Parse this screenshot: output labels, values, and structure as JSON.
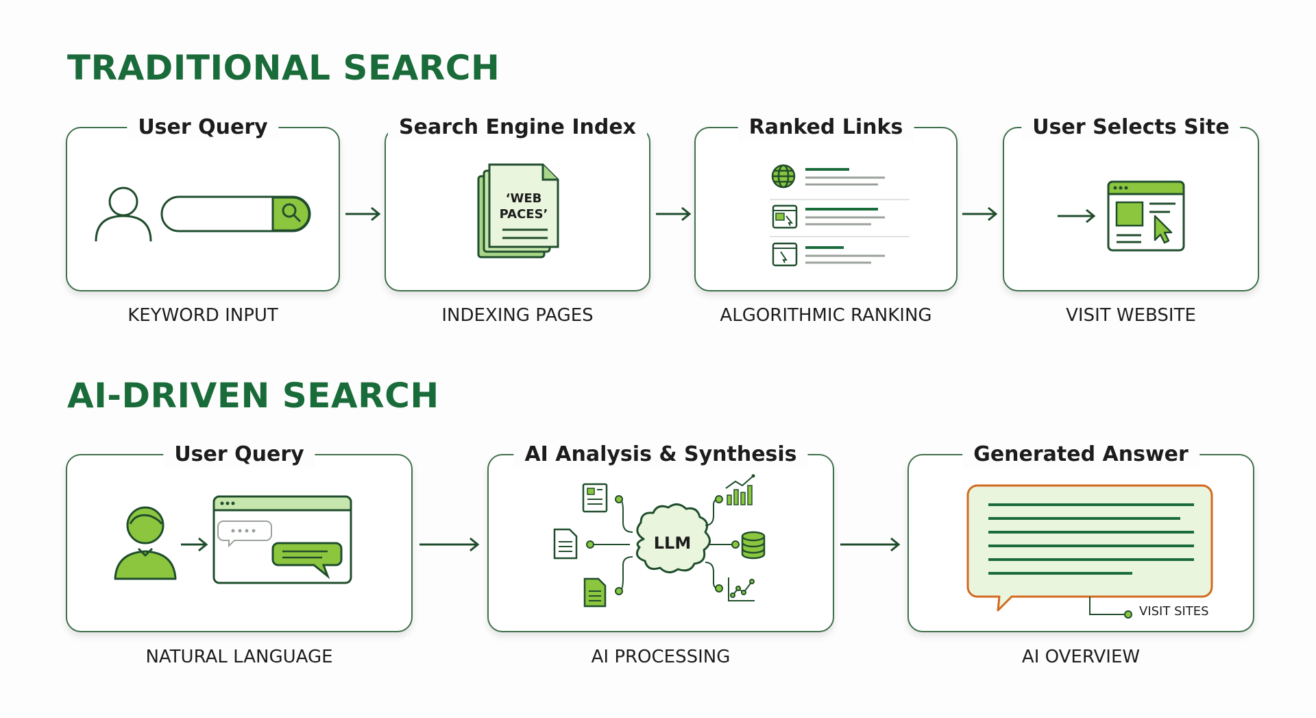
{
  "colors": {
    "brand_green": "#1a6b3a",
    "accent_green": "#8cc63f",
    "light_green": "#dcefc8",
    "outline": "#3f6f4a",
    "answer_border": "#d2691e"
  },
  "traditional": {
    "title": "TRADITIONAL SEARCH",
    "steps": [
      {
        "title": "User Query",
        "caption": "KEYWORD INPUT",
        "icons": [
          "user-icon",
          "search-bar-icon",
          "magnifier-icon"
        ]
      },
      {
        "title": "Search Engine Index",
        "caption": "INDEXING PAGES",
        "doc_label": "'WEB PACES'",
        "icons": [
          "document-stack-icon"
        ]
      },
      {
        "title": "Ranked Links",
        "caption": "ALGORITHMIC RANKING",
        "icons": [
          "globe-icon",
          "browser-thumbnail-icon",
          "cursor-icon"
        ]
      },
      {
        "title": "User Selects Site",
        "caption": "VISIT WEBSITE",
        "icons": [
          "browser-window-icon",
          "cursor-icon"
        ]
      }
    ]
  },
  "ai": {
    "title": "AI-DRIVEN SEARCH",
    "steps": [
      {
        "title": "User Query",
        "caption": "NATURAL LANGUAGE",
        "icons": [
          "person-icon",
          "chat-window-icon"
        ]
      },
      {
        "title": "AI Analysis & Synthesis",
        "caption": "AI PROCESSING",
        "center_label": "LLM",
        "icons": [
          "brain-cloud-icon",
          "document-icon",
          "bar-chart-icon",
          "database-icon",
          "line-chart-icon"
        ]
      },
      {
        "title": "Generated Answer",
        "caption": "AI OVERVIEW",
        "link_label": "VISIT SITES",
        "icons": [
          "answer-bubble-icon"
        ]
      }
    ]
  }
}
